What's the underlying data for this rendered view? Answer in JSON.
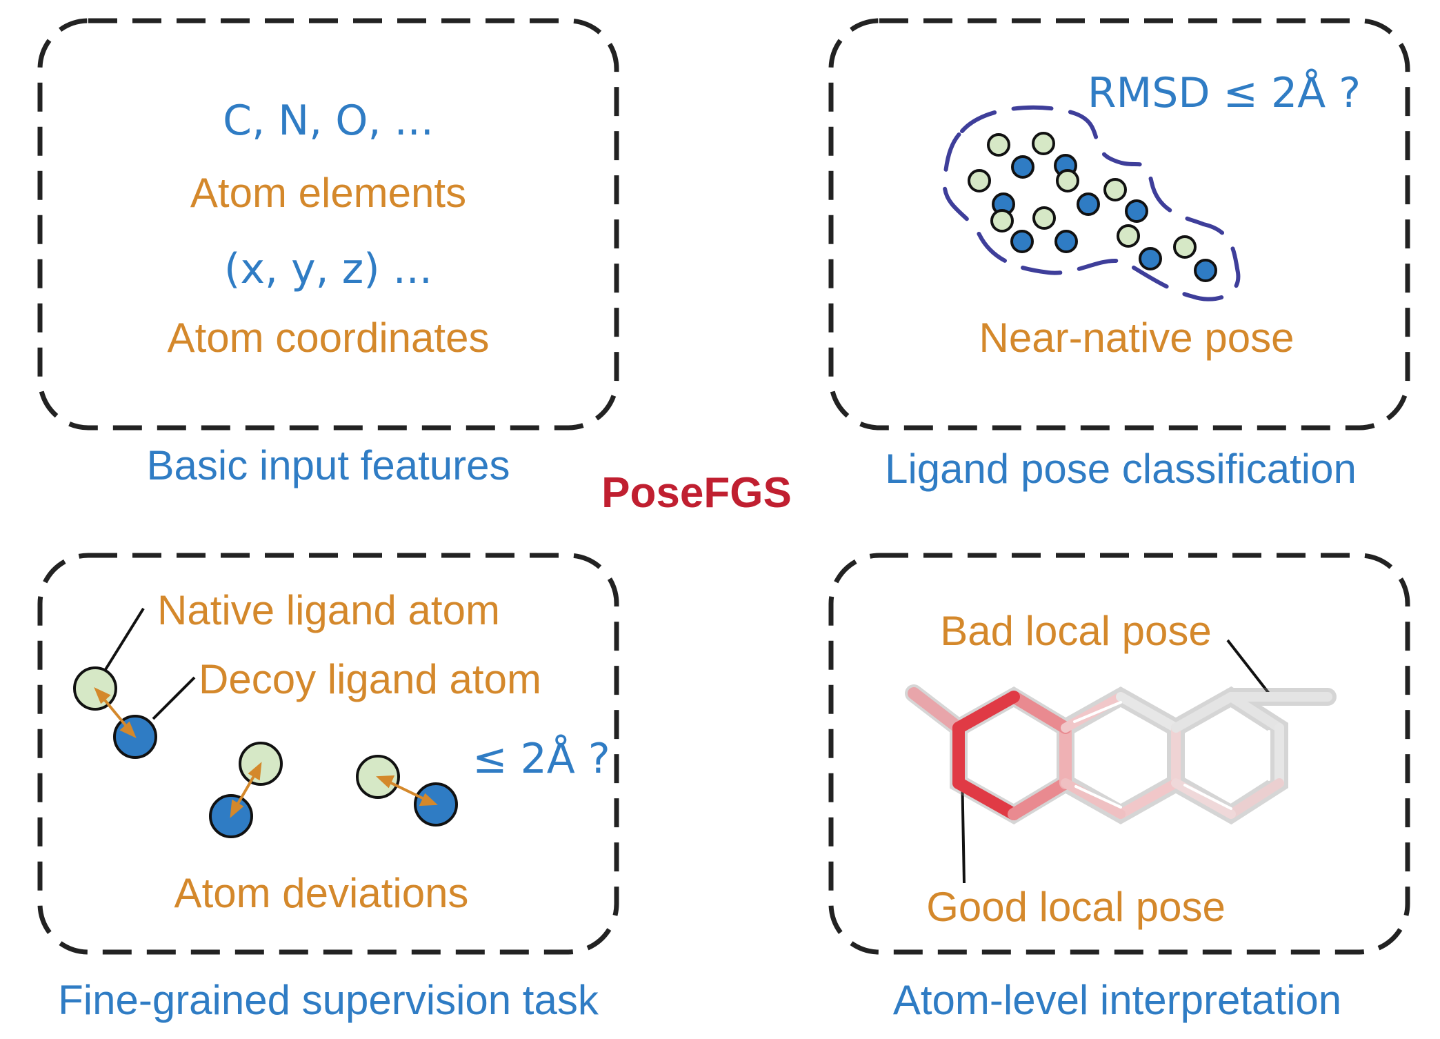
{
  "title": "PoseFGS",
  "colors": {
    "orange": "#D4882B",
    "blue": "#2F7CC4",
    "red": "#C01F30",
    "native_atom": "#D6E8C6",
    "decoy_atom": "#2F7CC4",
    "outline_purple": "#3E3E9A",
    "box_dash": "#222222"
  },
  "panels": {
    "input_features": {
      "caption": "Basic input features",
      "elements_example": "C, N, O, ...",
      "elements_label": "Atom elements",
      "coords_example": "(x, y, z) ...",
      "coords_label": "Atom coordinates"
    },
    "pose_classification": {
      "caption": "Ligand pose classification",
      "question": "RMSD ≤ 2Å ?",
      "pose_label": "Near-native pose"
    },
    "supervision": {
      "caption": "Fine-grained supervision task",
      "native_label": "Native ligand atom",
      "decoy_label": "Decoy ligand atom",
      "question": "≤ 2Å ?",
      "deviations_label": "Atom deviations"
    },
    "interpretation": {
      "caption": "Atom-level interpretation",
      "bad_label": "Bad local pose",
      "good_label": "Good local pose"
    }
  }
}
